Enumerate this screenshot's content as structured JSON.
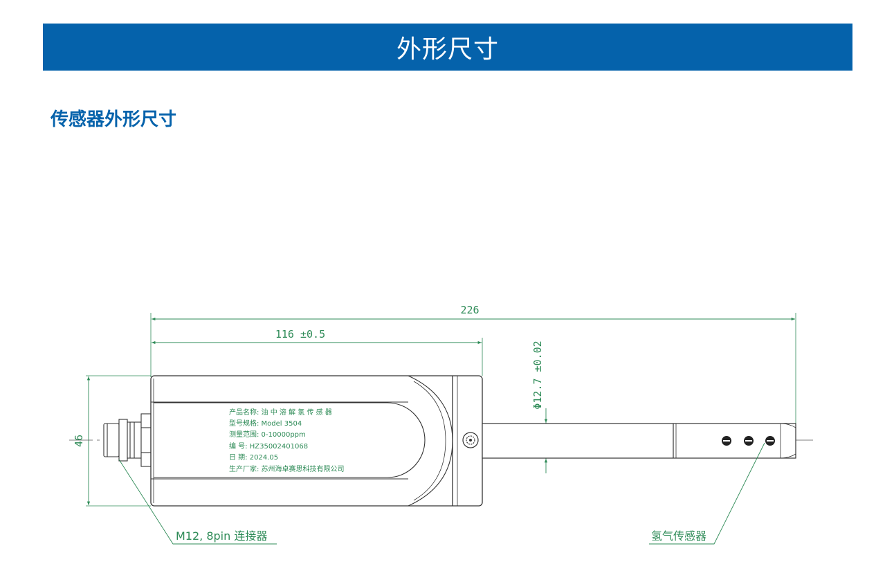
{
  "header": {
    "title": "外形尺寸"
  },
  "section": {
    "title": "传感器外形尺寸"
  },
  "drawing": {
    "dimensions": {
      "total_length": "226",
      "body_length": "116 ±0.5",
      "probe_diameter": "Φ12.7 ±0.02",
      "body_height": "46"
    },
    "label_plate": [
      "产品名称: 油 中 溶 解 氢 传 感 器",
      "型号规格: Model 3504",
      "测量范围: 0-10000ppm",
      "编    号: HZ35002401068",
      "日    期: 2024.05",
      "生产厂家: 苏州海卓赛思科技有限公司"
    ],
    "callouts": {
      "connector": "M12, 8pin 连接器",
      "sensor": "氢气传感器"
    },
    "colors": {
      "banner": "#0562ab",
      "line": "#333333",
      "dimension": "#2e8b57",
      "plate_text": "#2e8b57"
    }
  }
}
